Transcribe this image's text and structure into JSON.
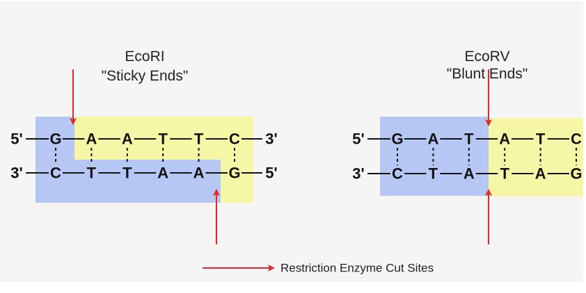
{
  "colors": {
    "background": "#f5f5f5",
    "left_fragment": "#b7c7f4",
    "right_fragment": "#f6f6a7",
    "cut_arrow": "#e5262b",
    "text": "#111111"
  },
  "legend": {
    "label": "Restriction Enzyme Cut Sites",
    "icon": "red-arrow-icon"
  },
  "enzymes": [
    {
      "name": "EcoRI",
      "subtitle": "\"Sticky Ends\"",
      "cut_type": "sticky",
      "top_strand": {
        "left_end": "5'",
        "right_end": "3'",
        "bases": [
          "G",
          "A",
          "A",
          "T",
          "T",
          "C"
        ],
        "cut_after_index": 0
      },
      "bottom_strand": {
        "left_end": "3'",
        "right_end": "5'",
        "bases": [
          "C",
          "T",
          "T",
          "A",
          "A",
          "G"
        ],
        "cut_after_index": 4
      }
    },
    {
      "name": "EcoRV",
      "subtitle": "\"Blunt Ends\"",
      "cut_type": "blunt",
      "top_strand": {
        "left_end": "5'",
        "right_end": "",
        "bases": [
          "G",
          "A",
          "T",
          "A",
          "T",
          "C"
        ],
        "cut_after_index": 2
      },
      "bottom_strand": {
        "left_end": "3'",
        "right_end": "",
        "bases": [
          "C",
          "T",
          "A",
          "T",
          "A",
          "G"
        ],
        "cut_after_index": 2
      }
    }
  ]
}
